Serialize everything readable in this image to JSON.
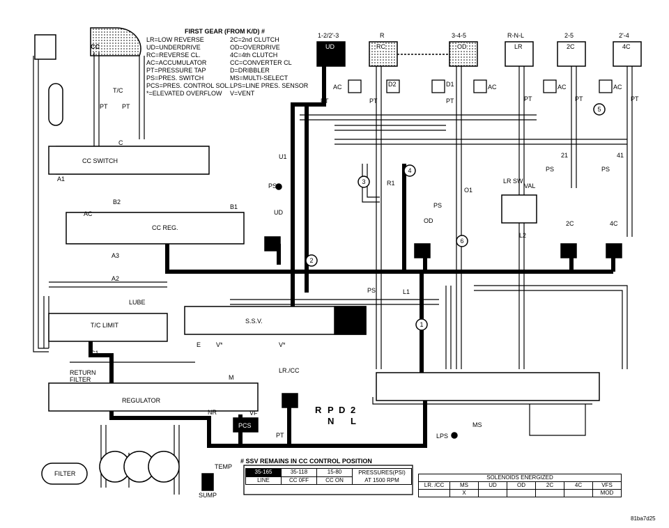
{
  "title": "FIRST GEAR (FROM K/D) #",
  "legend": {
    "left": [
      "LR=LOW REVERSE",
      "UD=UNDERDRIVE",
      "RC=REVERSE CL.",
      "AC=ACCUMULATOR",
      "PT=PRESSURE TAP",
      "PS=PRES. SWITCH",
      "PCS=PRES. CONTROL SOL.",
      "*=ELEVATED OVERFLOW"
    ],
    "right": [
      "2C=2nd CLUTCH",
      "OD=OVERDRIVE",
      "4C=4th CLUTCH",
      "CC=CONVERTER CL",
      "D=DRIBBLER",
      "MS=MULTI-SELECT",
      "LPS=LINE PRES. SENSOR",
      "V=VENT"
    ]
  },
  "clutch_headers": [
    "1-2/2'-3",
    "R",
    "3-4-5",
    "R-N-L",
    "2-5",
    "2'-4"
  ],
  "clutch_boxes": [
    "UD",
    "RC",
    "OD",
    "LR",
    "2C",
    "4C"
  ],
  "labels": {
    "cc": "CC",
    "tc": "T/C",
    "pt": "PT",
    "ac": "AC",
    "v": "V",
    "cc_switch": "CC SWITCH",
    "cc_reg": "CC REG.",
    "a1": "A1",
    "a2": "A2",
    "a3": "A3",
    "b1": "B1",
    "b2": "B2",
    "c": "C",
    "c1": "C1",
    "tc_limit": "T/C LIMIT",
    "lube": "LUBE",
    "return_filter": "RETURN FILTER",
    "regulator": "REGULATOR",
    "filter": "FILTER",
    "temp": "TEMP",
    "sump": "SUMP",
    "ssv": "S.S.V.",
    "e": "E",
    "vstar": "V*",
    "m": "M",
    "nr": "NR",
    "vf": "VF",
    "pcs": "PCS",
    "lr_cc": "LR./CC",
    "od": "OD",
    "ud": "UD",
    "d1": "D1",
    "d2": "D2",
    "u1": "U1",
    "r1": "R1",
    "o1": "O1",
    "l1": "L1",
    "l2": "L2",
    "lr_sw": "LR SW",
    "val": "VAL",
    "ps": "PS",
    "s21": "21",
    "s41": "41",
    "c2c": "2C",
    "c4c": "4C",
    "lps": "LPS",
    "ms": "MS"
  },
  "circle_numbers": [
    "1",
    "2",
    "3",
    "4",
    "5",
    "6"
  ],
  "shift_positions": [
    "R",
    "P",
    "D",
    "2",
    "N",
    "L"
  ],
  "note": "# SSV REMAINS IN CC CONTROL POSITION",
  "pressure_table": {
    "ranges": [
      "35-165",
      "35-118",
      "15-80"
    ],
    "names": [
      "LINE",
      "CC 0FF",
      "CC ON"
    ],
    "caption_1": "PRESSURES(PSI)",
    "caption_2": "AT 1500 RPM"
  },
  "solenoid_table": {
    "title": "SOLENOIDS ENERGIZED",
    "headers": [
      "LR. /CC",
      "MS",
      "UD",
      "OD",
      "2C",
      "4C",
      "VFS"
    ],
    "values": [
      "",
      "X",
      "",
      "",
      "",
      "",
      "MOD"
    ]
  },
  "figure_id": "81ba7d25"
}
